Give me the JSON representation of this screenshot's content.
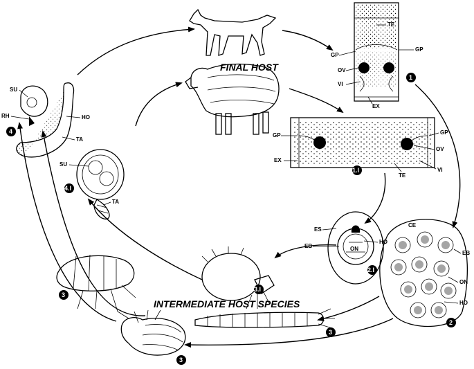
{
  "headings": {
    "final_host": "FINAL HOST",
    "intermediate_host": "INTERMEDIATE HOST SPECIES"
  },
  "labels": {
    "te": "TE",
    "gp": "GP",
    "ov": "OV",
    "vi": "VI",
    "ex": "EX",
    "su": "SU",
    "rh": "RH",
    "ho": "HO",
    "ta": "TA",
    "es": "ES",
    "eb": "EB",
    "on": "ON",
    "ce": "CE"
  },
  "stages": {
    "s1": "1",
    "s1i": "1.I",
    "s2": "2",
    "s2i": "2.I",
    "s3": "3",
    "s3i": "3.I",
    "s4": "4",
    "s4i": "4.I"
  },
  "colors": {
    "ink": "#000000",
    "paper": "#ffffff"
  },
  "icons": [
    "dog-icon",
    "sheep-icon",
    "flea-icon",
    "louse-icon",
    "larva-icon",
    "mite-icon"
  ]
}
